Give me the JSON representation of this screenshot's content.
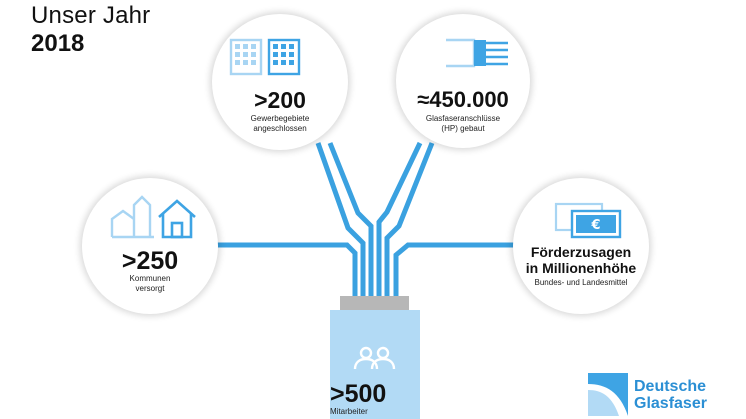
{
  "header": {
    "line1": "Unser Jahr",
    "line2": "2018"
  },
  "stats": {
    "gewerbe": {
      "value": ">200",
      "caption": "Gewerbegebiete\nangeschlossen",
      "icon": "office-buildings-icon"
    },
    "glasfaser": {
      "value": "≈450.000",
      "caption": "Glasfaseranschlüsse\n(HP) gebaut",
      "icon": "fiber-cable-icon"
    },
    "kommunen": {
      "value": ">250",
      "caption": "Kommunen\nversorgt",
      "icon": "houses-icon"
    },
    "foerder": {
      "value": "Förderzusagen\nin Millionenhöhe",
      "caption": "Bundes- und Landesmittel",
      "icon": "euro-banknotes-icon"
    },
    "mitarbeiter": {
      "value": ">500",
      "caption": "Mitarbeiter",
      "icon": "people-icon"
    }
  },
  "logo": {
    "line1": "Deutsche",
    "line2": "Glasfaser"
  },
  "colors": {
    "fiber": "#3aa1e0",
    "icon": "#3ea4e4",
    "icon_light": "#a8d5f3",
    "box": "#b2daf5",
    "box_cap": "#b7b7b7",
    "logo": "#2b8fd4"
  }
}
